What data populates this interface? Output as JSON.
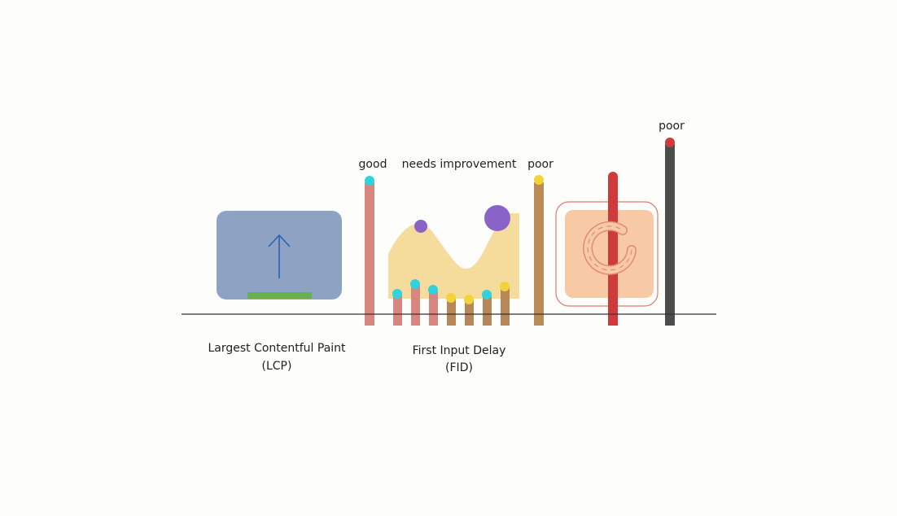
{
  "labels": {
    "good": "good",
    "needs_improvement": "needs improvement",
    "poor_1": "poor",
    "poor_2": "poor"
  },
  "captions": {
    "lcp_line1": "Largest Contentful Paint",
    "lcp_line2": "(LCP)",
    "fid_line1": "First Input Delay",
    "fid_line2": "(FID)"
  },
  "colors": {
    "lcp_box": "#8ea3c4",
    "lcp_bar": "#6ab04c",
    "arrow": "#2f5fb3",
    "good_bar": "#d98580",
    "mid_bar": "#b7875a",
    "dot_cyan": "#2fd3dd",
    "dot_yellow": "#f2d33a",
    "dot_purple": "#8a63c9",
    "wave": "#f5dc9c",
    "poor_bar": "#bb8a55",
    "red_bar": "#cf3b3b",
    "cls_box": "#f7c9a4",
    "dark_bar": "#4c4c4c"
  }
}
